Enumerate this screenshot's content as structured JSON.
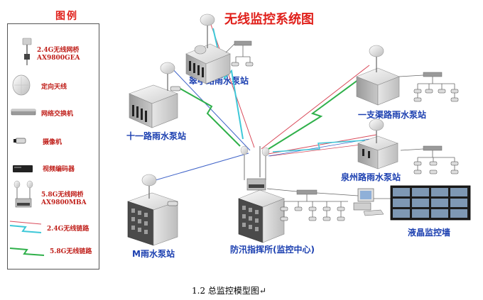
{
  "title": "无线监控系统图",
  "legend": {
    "title": "图例",
    "items": [
      {
        "label": "2.4G无线网桥",
        "sub": "AX9800GEA",
        "icon": "bridge-24g-icon"
      },
      {
        "label": "定向天线",
        "icon": "directional-antenna-icon"
      },
      {
        "label": "网络交换机",
        "icon": "network-switch-icon"
      },
      {
        "label": "摄像机",
        "icon": "camera-icon"
      },
      {
        "label": "视频编码器",
        "icon": "video-encoder-icon"
      },
      {
        "label": "5.8G无线网桥",
        "sub": "AX9800MBA",
        "icon": "bridge-58g-icon"
      },
      {
        "label": "2.4G无线链路",
        "icon": "link-24g-icon",
        "color": "#3ec8d8"
      },
      {
        "label": "5.8G无线链路",
        "icon": "link-58g-icon",
        "color": "#2fb04a"
      }
    ]
  },
  "sites": {
    "cuiting": "翠亭路雨水泵站",
    "shiyi": "十一路雨水泵站",
    "yizhiqu": "一支渠路雨水泵站",
    "quanzhou": "泉州路雨水泵站",
    "m": "M雨水泵站",
    "center": "防汛指挥所(监控中心)",
    "wall": "液晶监控墙"
  },
  "caption": "1.2 总监控模型图↵",
  "colors": {
    "title": "#e0201b",
    "site_label": "#1b3fb0",
    "link_24g": "#3ec8d8",
    "link_58g": "#2fb04a",
    "link_red": "#d94a5a"
  }
}
